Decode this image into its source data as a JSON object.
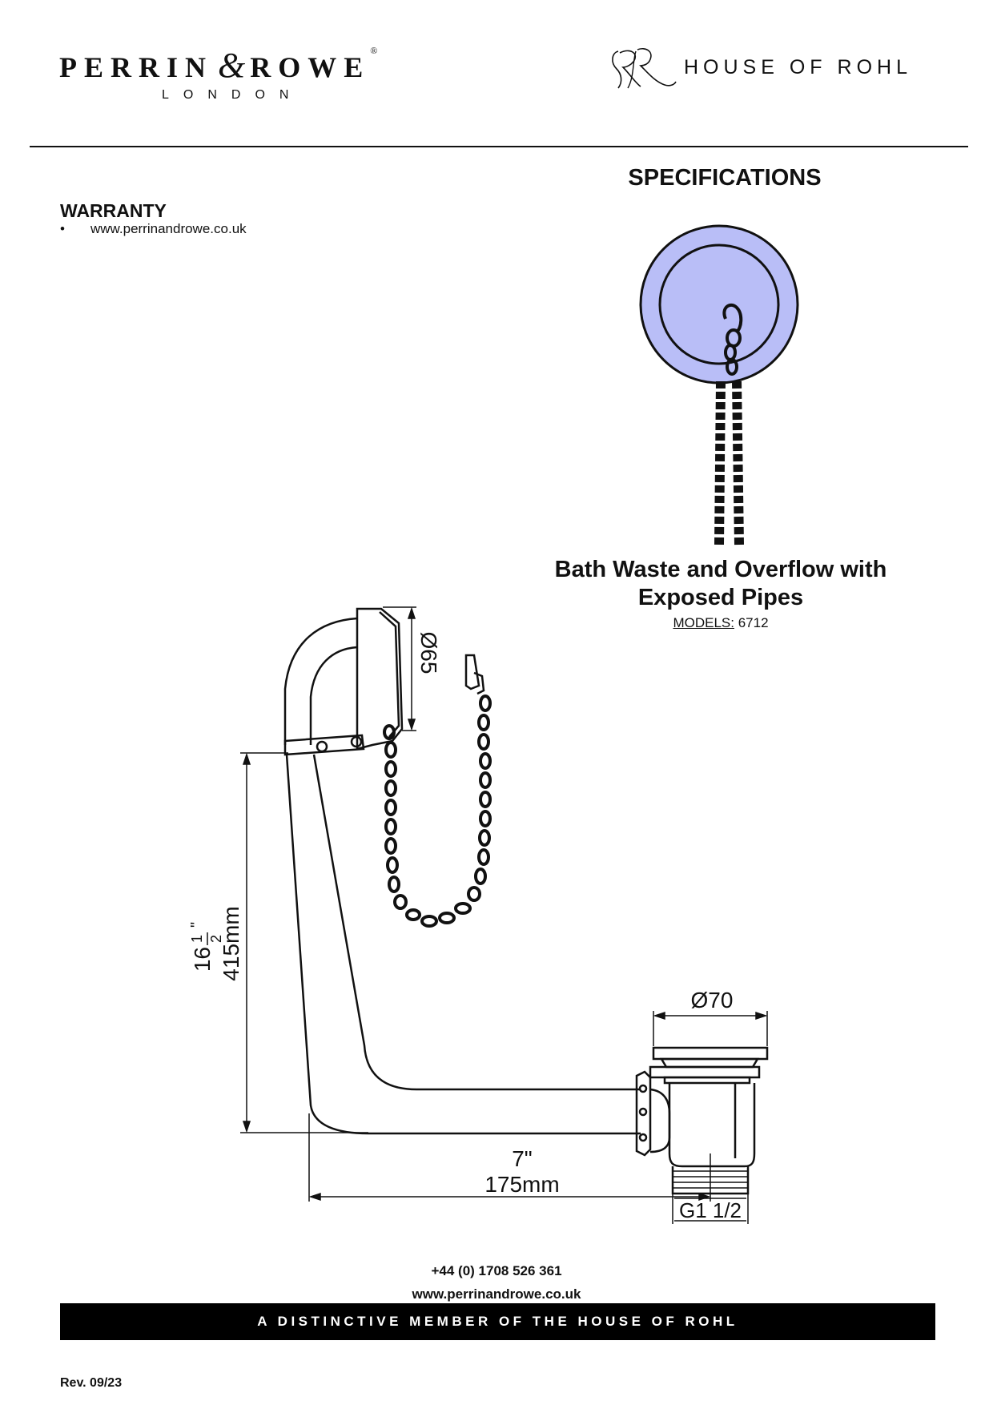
{
  "header": {
    "brand_left_name_1": "PERRIN",
    "brand_left_amp": "&",
    "brand_left_name_2": "ROWE",
    "brand_left_reg": "®",
    "brand_left_city": "LONDON",
    "brand_right_name": "HOUSE OF ROHL"
  },
  "specifications_title": "SPECIFICATIONS",
  "warranty": {
    "heading": "WARRANTY",
    "items": [
      "www.perrinandrowe.co.uk"
    ]
  },
  "product": {
    "title_line1": "Bath Waste and Overflow with",
    "title_line2": "Exposed Pipes",
    "models_label": "MODELS:",
    "models_value": "6712"
  },
  "drawing": {
    "dim_overflow_diameter": "Ø65",
    "dim_height_in_whole": "16",
    "dim_height_in_num": "1",
    "dim_height_in_den": "2",
    "dim_height_in_mark": "\"",
    "dim_height_mm": "415mm",
    "dim_waste_diameter": "Ø70",
    "dim_width_in": "7\"",
    "dim_width_mm": "175mm",
    "dim_thread": "G1 1/2",
    "plate_color": "#b9bef7"
  },
  "footer": {
    "phone": "+44 (0) 1708 526 361",
    "website": "www.perrinandrowe.co.uk",
    "bar_text": "A DISTINCTIVE MEMBER OF THE HOUSE OF ROHL",
    "revision": "Rev. 09/23"
  }
}
